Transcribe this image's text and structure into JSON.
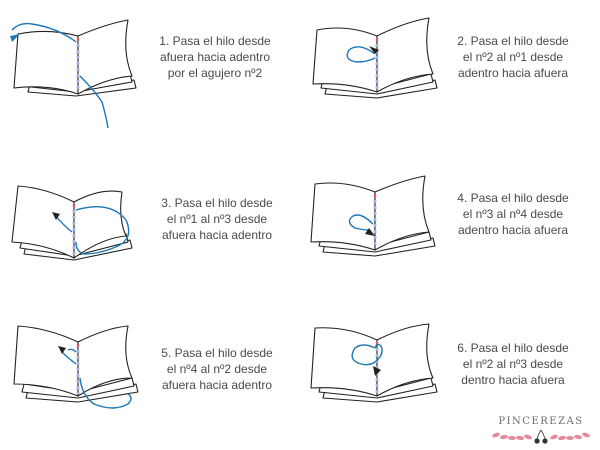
{
  "colors": {
    "thread": "#1d78b8",
    "stroke": "#222222",
    "hole_a": "#e05a6e",
    "hole_b": "#9ab6e3",
    "brand_laurel": "#e8899a",
    "caption": "#4a4a4a"
  },
  "steps": [
    {
      "number": "1",
      "lines": [
        "1. Pasa el hilo desde",
        "afuera hacia adentro",
        "por el agujero nº2"
      ]
    },
    {
      "number": "2",
      "lines": [
        "2. Pasa el hilo desde",
        "el nº2 al nº1 desde",
        "adentro hacia afuera"
      ]
    },
    {
      "number": "3",
      "lines": [
        "3. Pasa el hilo desde",
        "el nº1 al nº3 desde",
        "afuera hacia adentro"
      ]
    },
    {
      "number": "4",
      "lines": [
        "4. Pasa el hilo desde",
        "el nº3 al nº4 desde",
        "adentro hacia afuera"
      ]
    },
    {
      "number": "5",
      "lines": [
        "5. Pasa el hilo desde",
        "el nº4 al nº2 desde",
        "afuera hacia adentro"
      ]
    },
    {
      "number": "6",
      "lines": [
        "6. Pasa el hilo desde",
        "el nº2 al nº3 desde",
        "dentro hacia afuera"
      ]
    }
  ],
  "brand": {
    "name": "PINCEREZAS",
    "icon": "cherry-icon"
  }
}
